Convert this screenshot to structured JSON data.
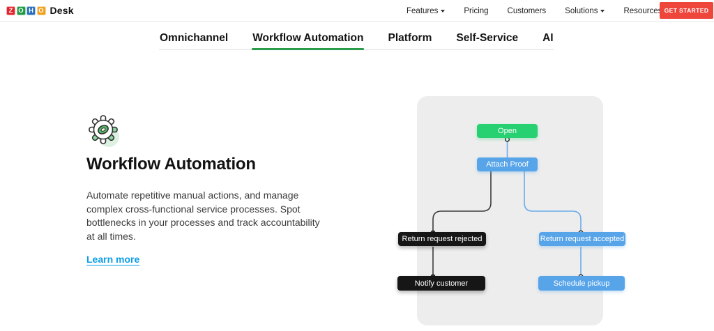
{
  "header": {
    "logo_letters": [
      "Z",
      "O",
      "H",
      "O"
    ],
    "product_name": "Desk",
    "nav": [
      {
        "label": "Features",
        "dropdown": true
      },
      {
        "label": "Pricing",
        "dropdown": false
      },
      {
        "label": "Customers",
        "dropdown": false
      },
      {
        "label": "Solutions",
        "dropdown": true
      },
      {
        "label": "Resources",
        "dropdown": true
      }
    ],
    "cta_label": "GET STARTED"
  },
  "tabs": {
    "items": [
      {
        "label": "Omnichannel",
        "active": false
      },
      {
        "label": "Workflow Automation",
        "active": true
      },
      {
        "label": "Platform",
        "active": false
      },
      {
        "label": "Self-Service",
        "active": false
      },
      {
        "label": "AI",
        "active": false
      }
    ]
  },
  "content": {
    "icon": "gear-icon",
    "title": "Workflow Automation",
    "description": "Automate repetitive manual actions, and manage complex cross-functional service processes. Spot bottlenecks in your processes and track accountability at all times.",
    "link_label": "Learn more"
  },
  "diagram": {
    "nodes": [
      {
        "id": "open",
        "label": "Open",
        "color": "green"
      },
      {
        "id": "attach",
        "label": "Attach Proof",
        "color": "blue"
      },
      {
        "id": "rejected",
        "label": "Return request rejected",
        "color": "black"
      },
      {
        "id": "accepted",
        "label": "Return request accepted",
        "color": "blue"
      },
      {
        "id": "notify",
        "label": "Notify customer",
        "color": "black"
      },
      {
        "id": "pickup",
        "label": "Schedule pickup",
        "color": "blue"
      }
    ],
    "flows": [
      {
        "from": "open",
        "to": "attach",
        "color": "blue"
      },
      {
        "from": "attach",
        "to": "rejected",
        "color": "dark"
      },
      {
        "from": "attach",
        "to": "accepted",
        "color": "blue"
      },
      {
        "from": "rejected",
        "to": "notify",
        "color": "dark"
      },
      {
        "from": "accepted",
        "to": "pickup",
        "color": "blue"
      }
    ]
  },
  "colors": {
    "cta_red": "#ef463c",
    "tab_active_green": "#2a9d4a",
    "node_green": "#27d070",
    "node_blue": "#57a4e9",
    "node_black": "#161616",
    "panel_gray": "#ededed",
    "link_blue": "#0b9de8",
    "connector_dark": "#3c3c3c",
    "connector_blue": "#6aabea"
  }
}
